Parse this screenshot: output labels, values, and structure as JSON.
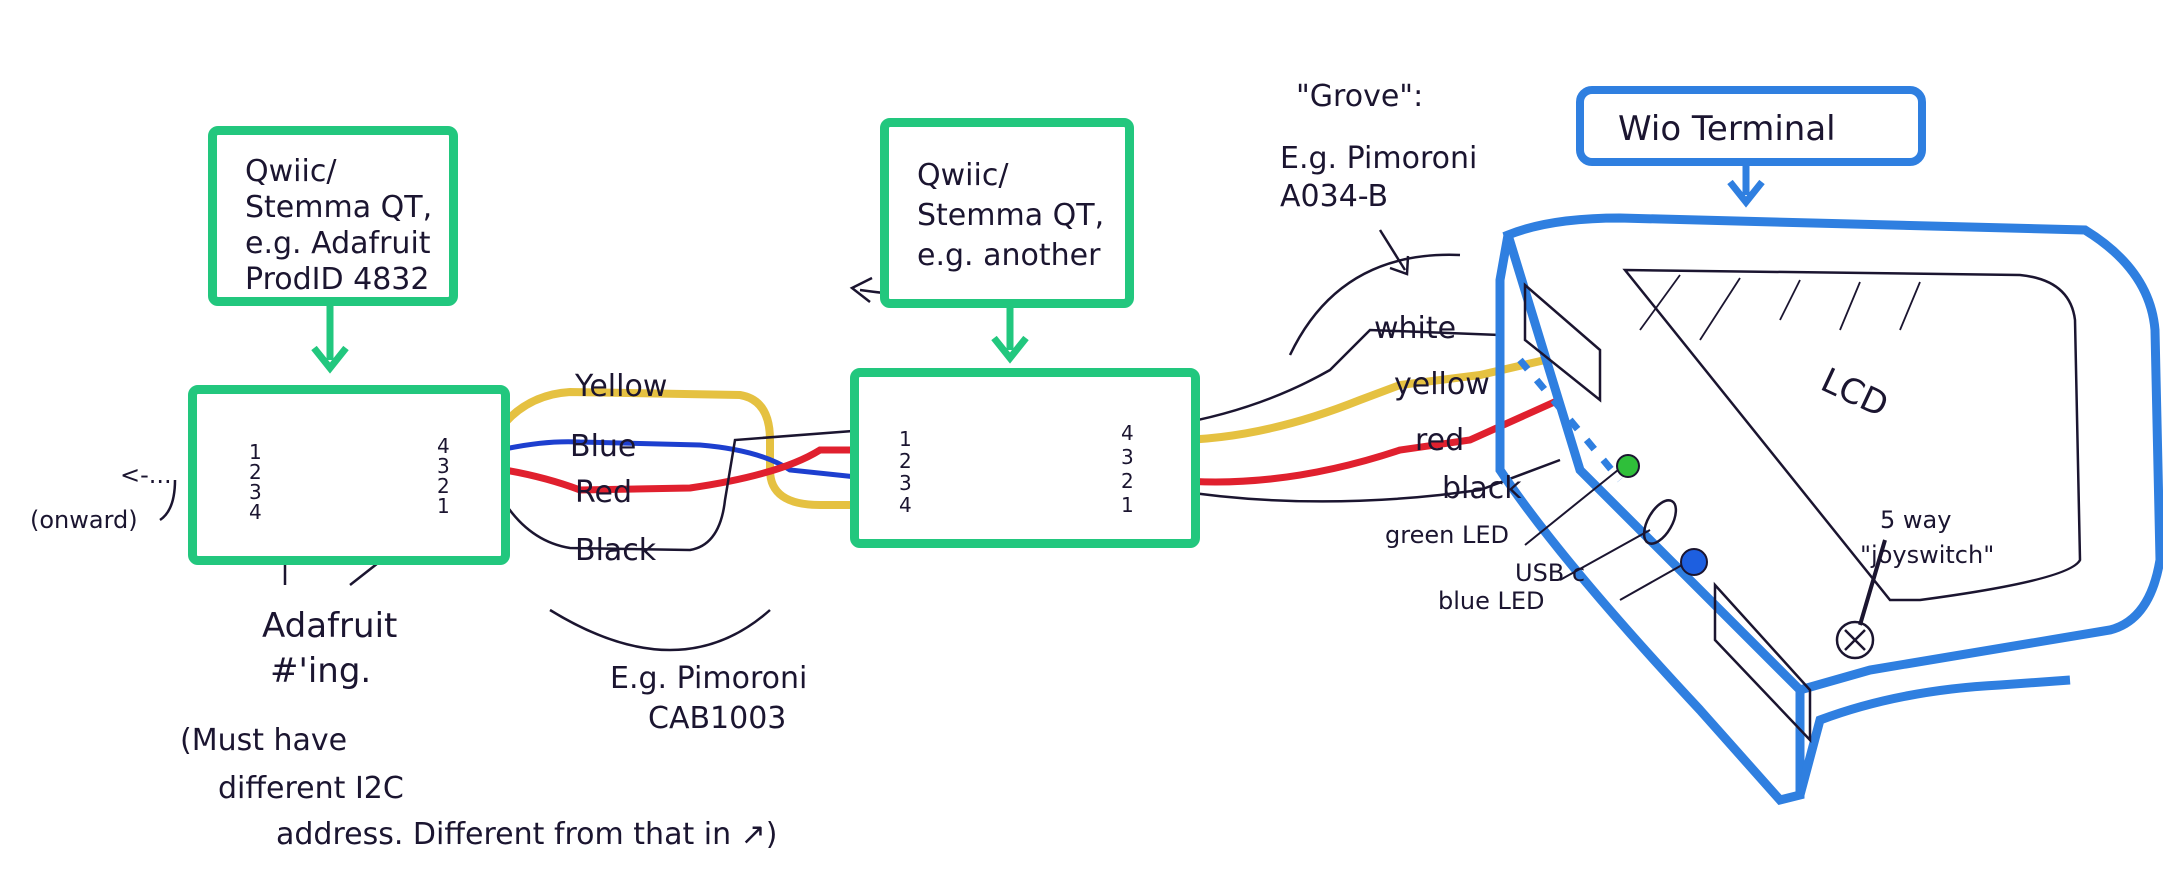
{
  "callouts": {
    "left_qwiic": [
      "Qwiic/",
      "Stemma QT,",
      "e.g. Adafruit",
      "ProdID 4832"
    ],
    "mid_qwiic": [
      "Qwiic/",
      "Stemma QT,",
      "e.g. another"
    ],
    "wio_terminal": "Wio Terminal",
    "grove": [
      "\"Grove\":",
      "E.g. Pimoroni",
      "A034-B"
    ]
  },
  "left_board": {
    "left_pins": [
      "1",
      "2",
      "3",
      "4"
    ],
    "right_pins": [
      "4",
      "3",
      "2",
      "1"
    ]
  },
  "mid_board": {
    "left_pins": [
      "1",
      "2",
      "3",
      "4"
    ],
    "right_pins": [
      "4",
      "3",
      "2",
      "1"
    ]
  },
  "onward": [
    "<-...",
    "(onward)"
  ],
  "qwiic_wires": [
    "Yellow",
    "Blue",
    "Red",
    "Black"
  ],
  "grove_wires": [
    "white",
    "yellow",
    "red",
    "black"
  ],
  "cable_label": [
    "E.g. Pimoroni",
    "CAB1003"
  ],
  "numbering_note": [
    "Adafruit",
    "#'ing."
  ],
  "address_note": [
    "(Must have",
    "different I2C",
    "address. Different from that in ↗)"
  ],
  "wio": {
    "screen": "LCD",
    "green_led": "green LED",
    "usb": "USB c",
    "blue_led": "blue LED",
    "joyswitch": [
      "5 way",
      "\"joyswitch\""
    ]
  },
  "colors": {
    "green_box": "#22c77e",
    "blue_box": "#2f7fe0",
    "ink": "#1b1530",
    "wire_yellow": "#e0b620",
    "wire_blue": "#1d3fcf",
    "wire_red": "#e0202e",
    "led_green": "#2fbf3a",
    "led_blue": "#1d5fe0"
  }
}
